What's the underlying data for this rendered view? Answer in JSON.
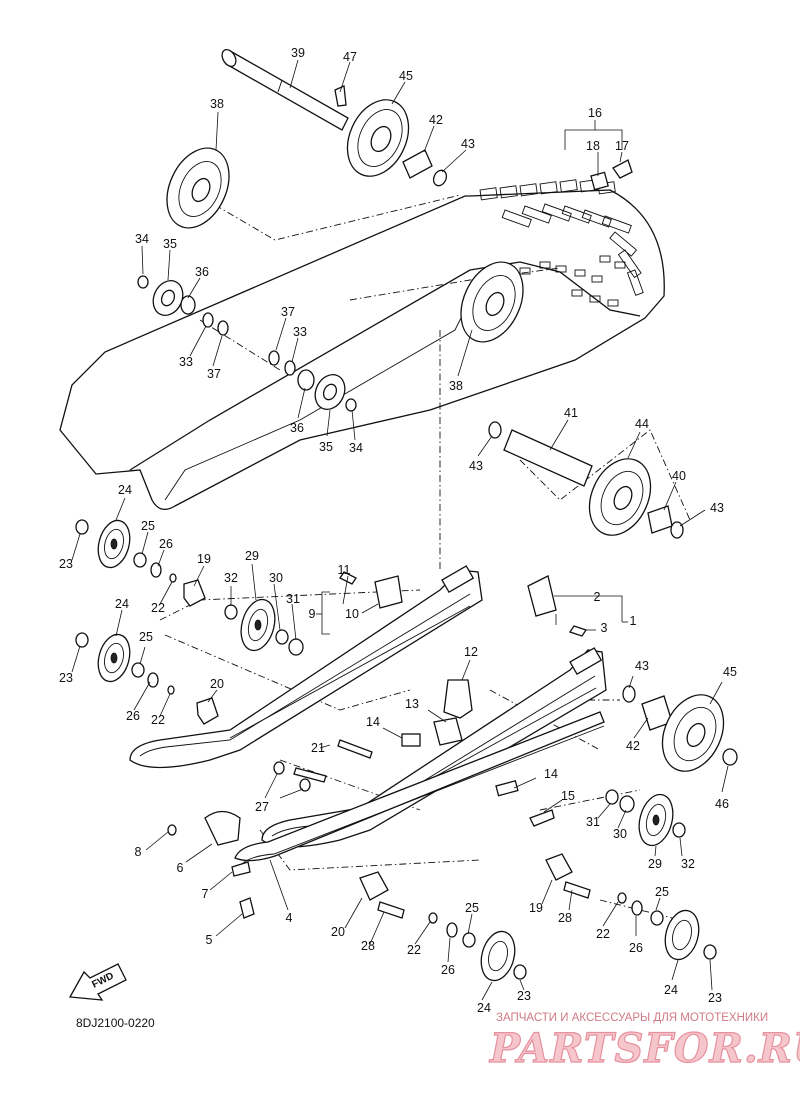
{
  "callouts": [
    {
      "id": "c39",
      "label": "39"
    },
    {
      "id": "c47",
      "label": "47"
    },
    {
      "id": "c45a",
      "label": "45"
    },
    {
      "id": "c38a",
      "label": "38"
    },
    {
      "id": "c42a",
      "label": "42"
    },
    {
      "id": "c43a",
      "label": "43"
    },
    {
      "id": "c16",
      "label": "16"
    },
    {
      "id": "c18",
      "label": "18"
    },
    {
      "id": "c17",
      "label": "17"
    },
    {
      "id": "c34a",
      "label": "34"
    },
    {
      "id": "c35a",
      "label": "35"
    },
    {
      "id": "c36a",
      "label": "36"
    },
    {
      "id": "c33a",
      "label": "33"
    },
    {
      "id": "c37a",
      "label": "37"
    },
    {
      "id": "c37b",
      "label": "37"
    },
    {
      "id": "c33b",
      "label": "33"
    },
    {
      "id": "c36b",
      "label": "36"
    },
    {
      "id": "c35b",
      "label": "35"
    },
    {
      "id": "c34b",
      "label": "34"
    },
    {
      "id": "c38b",
      "label": "38"
    },
    {
      "id": "c41",
      "label": "41"
    },
    {
      "id": "c44",
      "label": "44"
    },
    {
      "id": "c43b",
      "label": "43"
    },
    {
      "id": "c40",
      "label": "40"
    },
    {
      "id": "c43c",
      "label": "43"
    },
    {
      "id": "c24a",
      "label": "24"
    },
    {
      "id": "c25a",
      "label": "25"
    },
    {
      "id": "c26a",
      "label": "26"
    },
    {
      "id": "c23a",
      "label": "23"
    },
    {
      "id": "c19a",
      "label": "19"
    },
    {
      "id": "c29a",
      "label": "29"
    },
    {
      "id": "c32a",
      "label": "32"
    },
    {
      "id": "c30a",
      "label": "30"
    },
    {
      "id": "c31a",
      "label": "31"
    },
    {
      "id": "c22a",
      "label": "22"
    },
    {
      "id": "c11",
      "label": "11"
    },
    {
      "id": "c9",
      "label": "9"
    },
    {
      "id": "c10",
      "label": "10"
    },
    {
      "id": "c2",
      "label": "2"
    },
    {
      "id": "c3",
      "label": "3"
    },
    {
      "id": "c1",
      "label": "1"
    },
    {
      "id": "c24b",
      "label": "24"
    },
    {
      "id": "c25b",
      "label": "25"
    },
    {
      "id": "c23b",
      "label": "23"
    },
    {
      "id": "c26b",
      "label": "26"
    },
    {
      "id": "c22b",
      "label": "22"
    },
    {
      "id": "c20a",
      "label": "20"
    },
    {
      "id": "c12",
      "label": "12"
    },
    {
      "id": "c13",
      "label": "13"
    },
    {
      "id": "c14a",
      "label": "14"
    },
    {
      "id": "c43d",
      "label": "43"
    },
    {
      "id": "c45b",
      "label": "45"
    },
    {
      "id": "c42b",
      "label": "42"
    },
    {
      "id": "c46",
      "label": "46"
    },
    {
      "id": "c21",
      "label": "21"
    },
    {
      "id": "c27",
      "label": "27"
    },
    {
      "id": "c14b",
      "label": "14"
    },
    {
      "id": "c15",
      "label": "15"
    },
    {
      "id": "c31b",
      "label": "31"
    },
    {
      "id": "c30b",
      "label": "30"
    },
    {
      "id": "c29b",
      "label": "29"
    },
    {
      "id": "c32b",
      "label": "32"
    },
    {
      "id": "c8",
      "label": "8"
    },
    {
      "id": "c6",
      "label": "6"
    },
    {
      "id": "c7",
      "label": "7"
    },
    {
      "id": "c4",
      "label": "4"
    },
    {
      "id": "c5",
      "label": "5"
    },
    {
      "id": "c20b",
      "label": "20"
    },
    {
      "id": "c19b",
      "label": "19"
    },
    {
      "id": "c28a",
      "label": "28"
    },
    {
      "id": "c28b",
      "label": "28"
    },
    {
      "id": "c22c",
      "label": "22"
    },
    {
      "id": "c22d",
      "label": "22"
    },
    {
      "id": "c25c",
      "label": "25"
    },
    {
      "id": "c26c",
      "label": "26"
    },
    {
      "id": "c24c",
      "label": "24"
    },
    {
      "id": "c23c",
      "label": "23"
    },
    {
      "id": "c25d",
      "label": "25"
    },
    {
      "id": "c26d",
      "label": "26"
    },
    {
      "id": "c24d",
      "label": "24"
    },
    {
      "id": "c23d",
      "label": "23"
    }
  ],
  "diagram_code": "8DJ2100-0220",
  "fwd_label": "FWD",
  "watermark": {
    "tagline": "ЗАПЧАСТИ И АКСЕССУАРЫ ДЛЯ МОТОТЕХНИКИ",
    "logo": "PARTSFOR.RU"
  },
  "colors": {
    "ink": "#111111",
    "watermark": "#e6919e",
    "watermark_fill": "#f6c6cd"
  }
}
